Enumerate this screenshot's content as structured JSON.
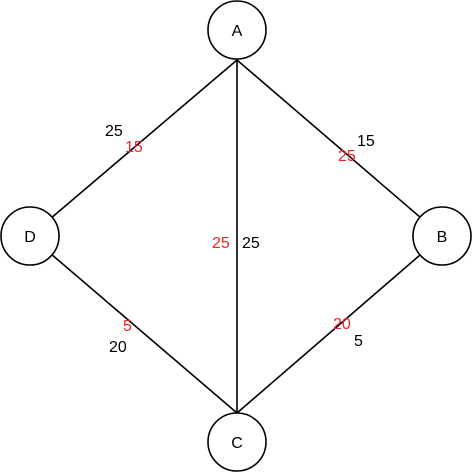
{
  "colors": {
    "line": "#000000",
    "weight_black": "#000000",
    "weight_red": "#e8282b"
  },
  "nodes": {
    "A": {
      "label": "A"
    },
    "B": {
      "label": "B"
    },
    "C": {
      "label": "C"
    },
    "D": {
      "label": "D"
    }
  },
  "edges": [
    {
      "from": "A",
      "to": "D",
      "weights": [
        "25",
        "15"
      ]
    },
    {
      "from": "A",
      "to": "C",
      "weights": [
        "25",
        "25"
      ]
    },
    {
      "from": "A",
      "to": "B",
      "weights": [
        "15",
        "25"
      ]
    },
    {
      "from": "D",
      "to": "C",
      "weights": [
        "5",
        "20"
      ]
    },
    {
      "from": "B",
      "to": "C",
      "weights": [
        "20",
        "5"
      ]
    }
  ]
}
